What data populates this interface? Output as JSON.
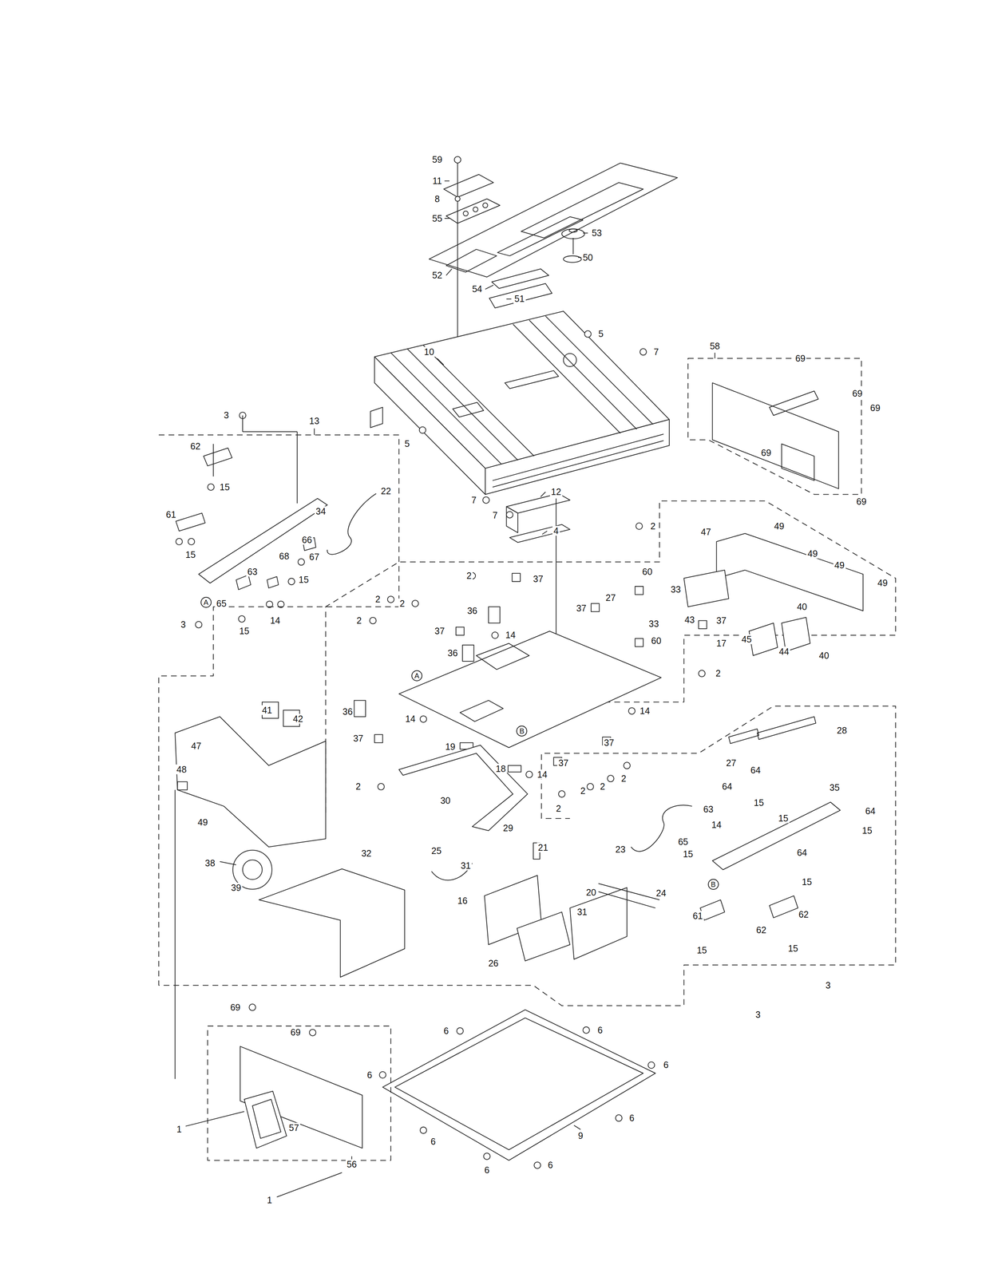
{
  "diagram": {
    "labels": [
      "59",
      "11",
      "8",
      "55",
      "53",
      "50",
      "52",
      "54",
      "51",
      "10",
      "5",
      "7",
      "5",
      "7",
      "7",
      "12",
      "4",
      "3",
      "13",
      "62",
      "15",
      "61",
      "15",
      "34",
      "22",
      "66",
      "67",
      "68",
      "63",
      "15",
      "65",
      "14",
      "15",
      "3",
      "A",
      "58",
      "69",
      "69",
      "69",
      "69",
      "69",
      "2",
      "49",
      "47",
      "49",
      "49",
      "49",
      "43",
      "40",
      "45",
      "44",
      "40",
      "2",
      "37",
      "2",
      "2",
      "27",
      "60",
      "33",
      "37",
      "2",
      "36",
      "33",
      "60",
      "37",
      "14",
      "37",
      "17",
      "2",
      "36",
      "A",
      "36",
      "14",
      "14",
      "37",
      "19",
      "37",
      "B",
      "18",
      "14",
      "37",
      "2",
      "30",
      "29",
      "2",
      "2",
      "2",
      "2",
      "41",
      "42",
      "47",
      "48",
      "49",
      "38",
      "39",
      "32",
      "28",
      "27",
      "64",
      "64",
      "35",
      "63",
      "15",
      "64",
      "15",
      "14",
      "15",
      "65",
      "15",
      "B",
      "64",
      "15",
      "61",
      "62",
      "62",
      "15",
      "15",
      "3",
      "3",
      "23",
      "25",
      "21",
      "31",
      "16",
      "20",
      "24",
      "31",
      "26",
      "69",
      "69",
      "6",
      "6",
      "6",
      "6",
      "6",
      "6",
      "6",
      "6",
      "9",
      "57",
      "56",
      "1",
      "1"
    ]
  }
}
